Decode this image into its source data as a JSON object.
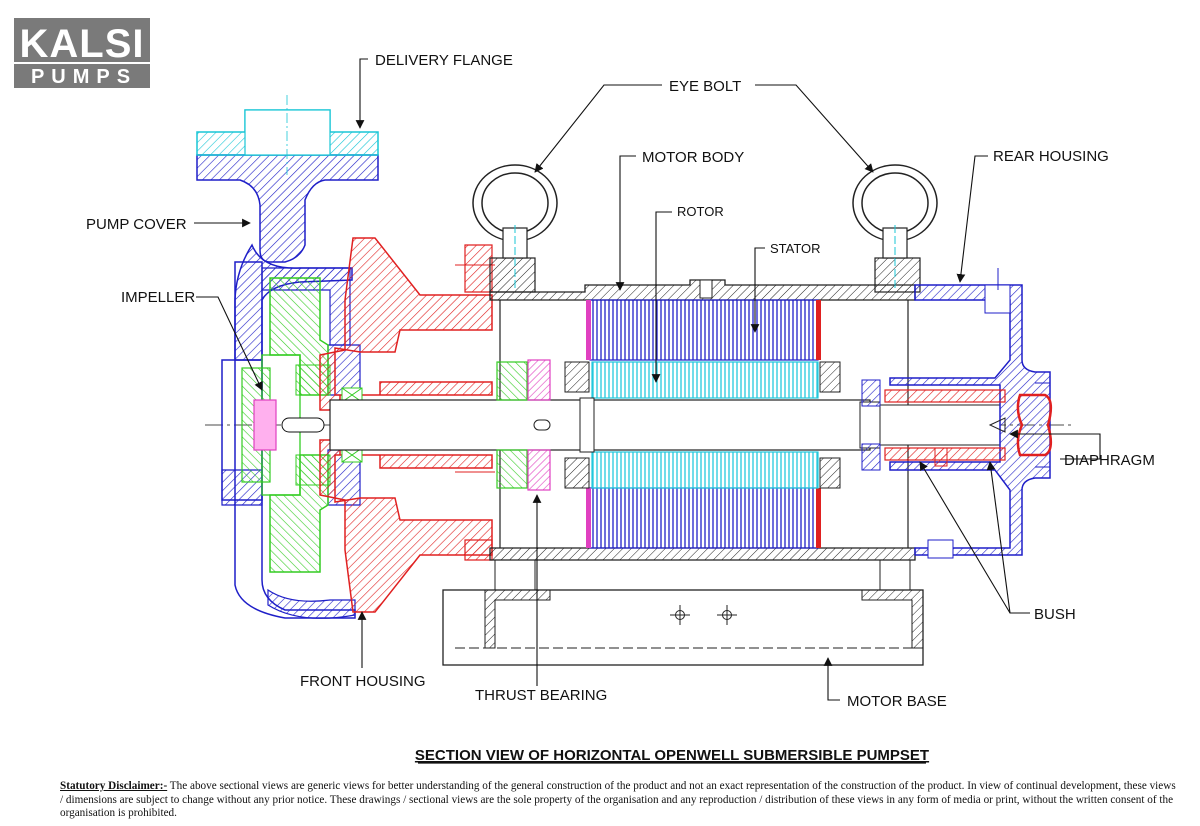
{
  "logo": {
    "line1": "KALSI",
    "line2": "PUMPS"
  },
  "labels": {
    "delivery_flange": "DELIVERY FLANGE",
    "eye_bolt": "EYE BOLT",
    "motor_body": "MOTOR BODY",
    "rear_housing": "REAR HOUSING",
    "rotor": "ROTOR",
    "stator": "STATOR",
    "pump_cover": "PUMP COVER",
    "impeller": "IMPELLER",
    "diaphragm": "DIAPHRAGM",
    "bush": "BUSH",
    "front_housing": "FRONT HOUSING",
    "thrust_bearing": "THRUST BEARING",
    "motor_base": "MOTOR BASE"
  },
  "title": "SECTION VIEW OF HORIZONTAL OPENWELL SUBMERSIBLE PUMPSET",
  "disclaimer": {
    "heading": "Statutory Disclaimer:-",
    "body": " The above sectional views are generic views for better understanding of the general construction of the product and not an exact representation of the construction of the product. In view of continual development, these views / dimensions are subject to change without any prior notice. These drawings / sectional views are the sole property of the organisation and any reproduction / distribution of these views in any form of media or print, without the written consent of the organisation is prohibited."
  },
  "colors": {
    "pump_cover": "#1f1fc8",
    "delivery_flange": "#19c6d6",
    "impeller": "#33cc22",
    "front_housing": "#e02020",
    "rotor": "#22c8dd",
    "stator": "#1f1fc8",
    "thrust_bearing": "#e040c0",
    "logo_bg": "#7a7a7a"
  }
}
